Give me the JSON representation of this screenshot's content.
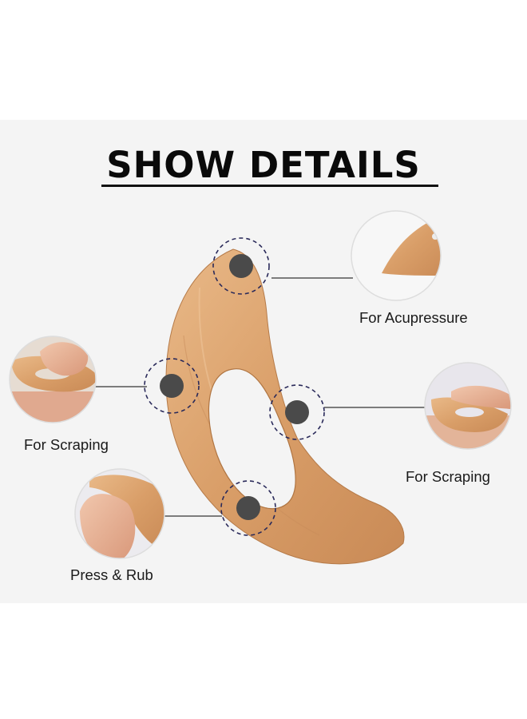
{
  "title": "SHOW DETAILS",
  "callouts": {
    "acupressure": "For Acupressure",
    "scraping_left": "For Scraping",
    "scraping_right": "For Scraping",
    "press_rub": "Press & Rub"
  },
  "colors": {
    "wood": "#d9a06c",
    "wood_light": "#eabf90",
    "marker": "#4a4a4a",
    "dash_ring": "#2a2a5a",
    "background": "#f4f4f4"
  }
}
